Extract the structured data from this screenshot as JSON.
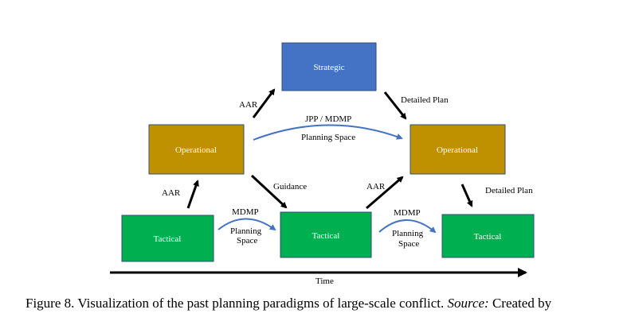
{
  "colors": {
    "strategic": "#4472c4",
    "operational": "#bf9000",
    "tactical": "#00b050",
    "box_border": "#2f4f6f",
    "planning_arrow": "#4472c4",
    "arrow": "#000000"
  },
  "boxes": {
    "strategic": "Strategic",
    "operational_left": "Operational",
    "operational_right": "Operational",
    "tactical_1": "Tactical",
    "tactical_2": "Tactical",
    "tactical_3": "Tactical"
  },
  "labels": {
    "aar_top": "AAR",
    "aar_left": "AAR",
    "aar_mid": "AAR",
    "detailed_plan_top": "Detailed Plan",
    "detailed_plan_right": "Detailed Plan",
    "guidance": "Guidance",
    "jpp_mdmp": "JPP / MDMP",
    "planning_space_top": "Planning Space",
    "mdmp_1": "MDMP",
    "planning_1a": "Planning",
    "planning_1b": "Space",
    "mdmp_2": "MDMP",
    "planning_2a": "Planning",
    "planning_2b": "Space",
    "time": "Time"
  },
  "caption": {
    "prefix": "Figure 8. Visualization of the past planning paradigms of large-scale conflict. ",
    "source_label": "Source:",
    "suffix": " Created by"
  }
}
